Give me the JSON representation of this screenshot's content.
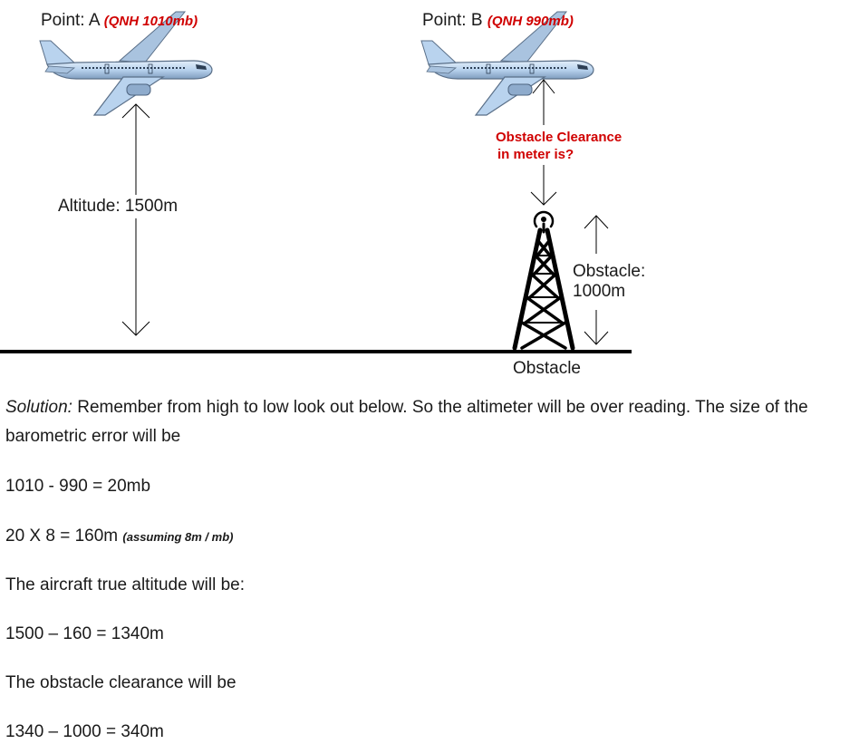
{
  "point_a": {
    "label": "Point: A",
    "qnh": "(QNH 1010mb)"
  },
  "point_b": {
    "label": "Point: B",
    "qnh": "(QNH 990mb)"
  },
  "altitude_label": "Altitude: 1500m",
  "clearance_question": {
    "line1": "Obstacle Clearance",
    "line2": "in meter is?"
  },
  "obstacle_height": {
    "line1": "Obstacle:",
    "line2": "1000m"
  },
  "obstacle_caption": "Obstacle",
  "solution": {
    "label": "Solution:",
    "text": "Remember from high to low look out below. So the altimeter will be over reading. The size of the barometric error will be"
  },
  "steps": {
    "pressure_diff": "1010 - 990 = 20mb",
    "error_calc": "20 X 8 = 160m",
    "error_note": "(assuming 8m / mb)",
    "true_alt_intro": "The aircraft true altitude will be:",
    "true_alt_calc": "1500 – 160 = 1340m",
    "clearance_intro": "The obstacle clearance will be",
    "clearance_calc": "1340 – 1000 = 340m"
  },
  "colors": {
    "aircraft_body": "#b9d3ee",
    "aircraft_outline": "#5a6f88",
    "highlight_red": "#d00000",
    "line": "#000000"
  }
}
